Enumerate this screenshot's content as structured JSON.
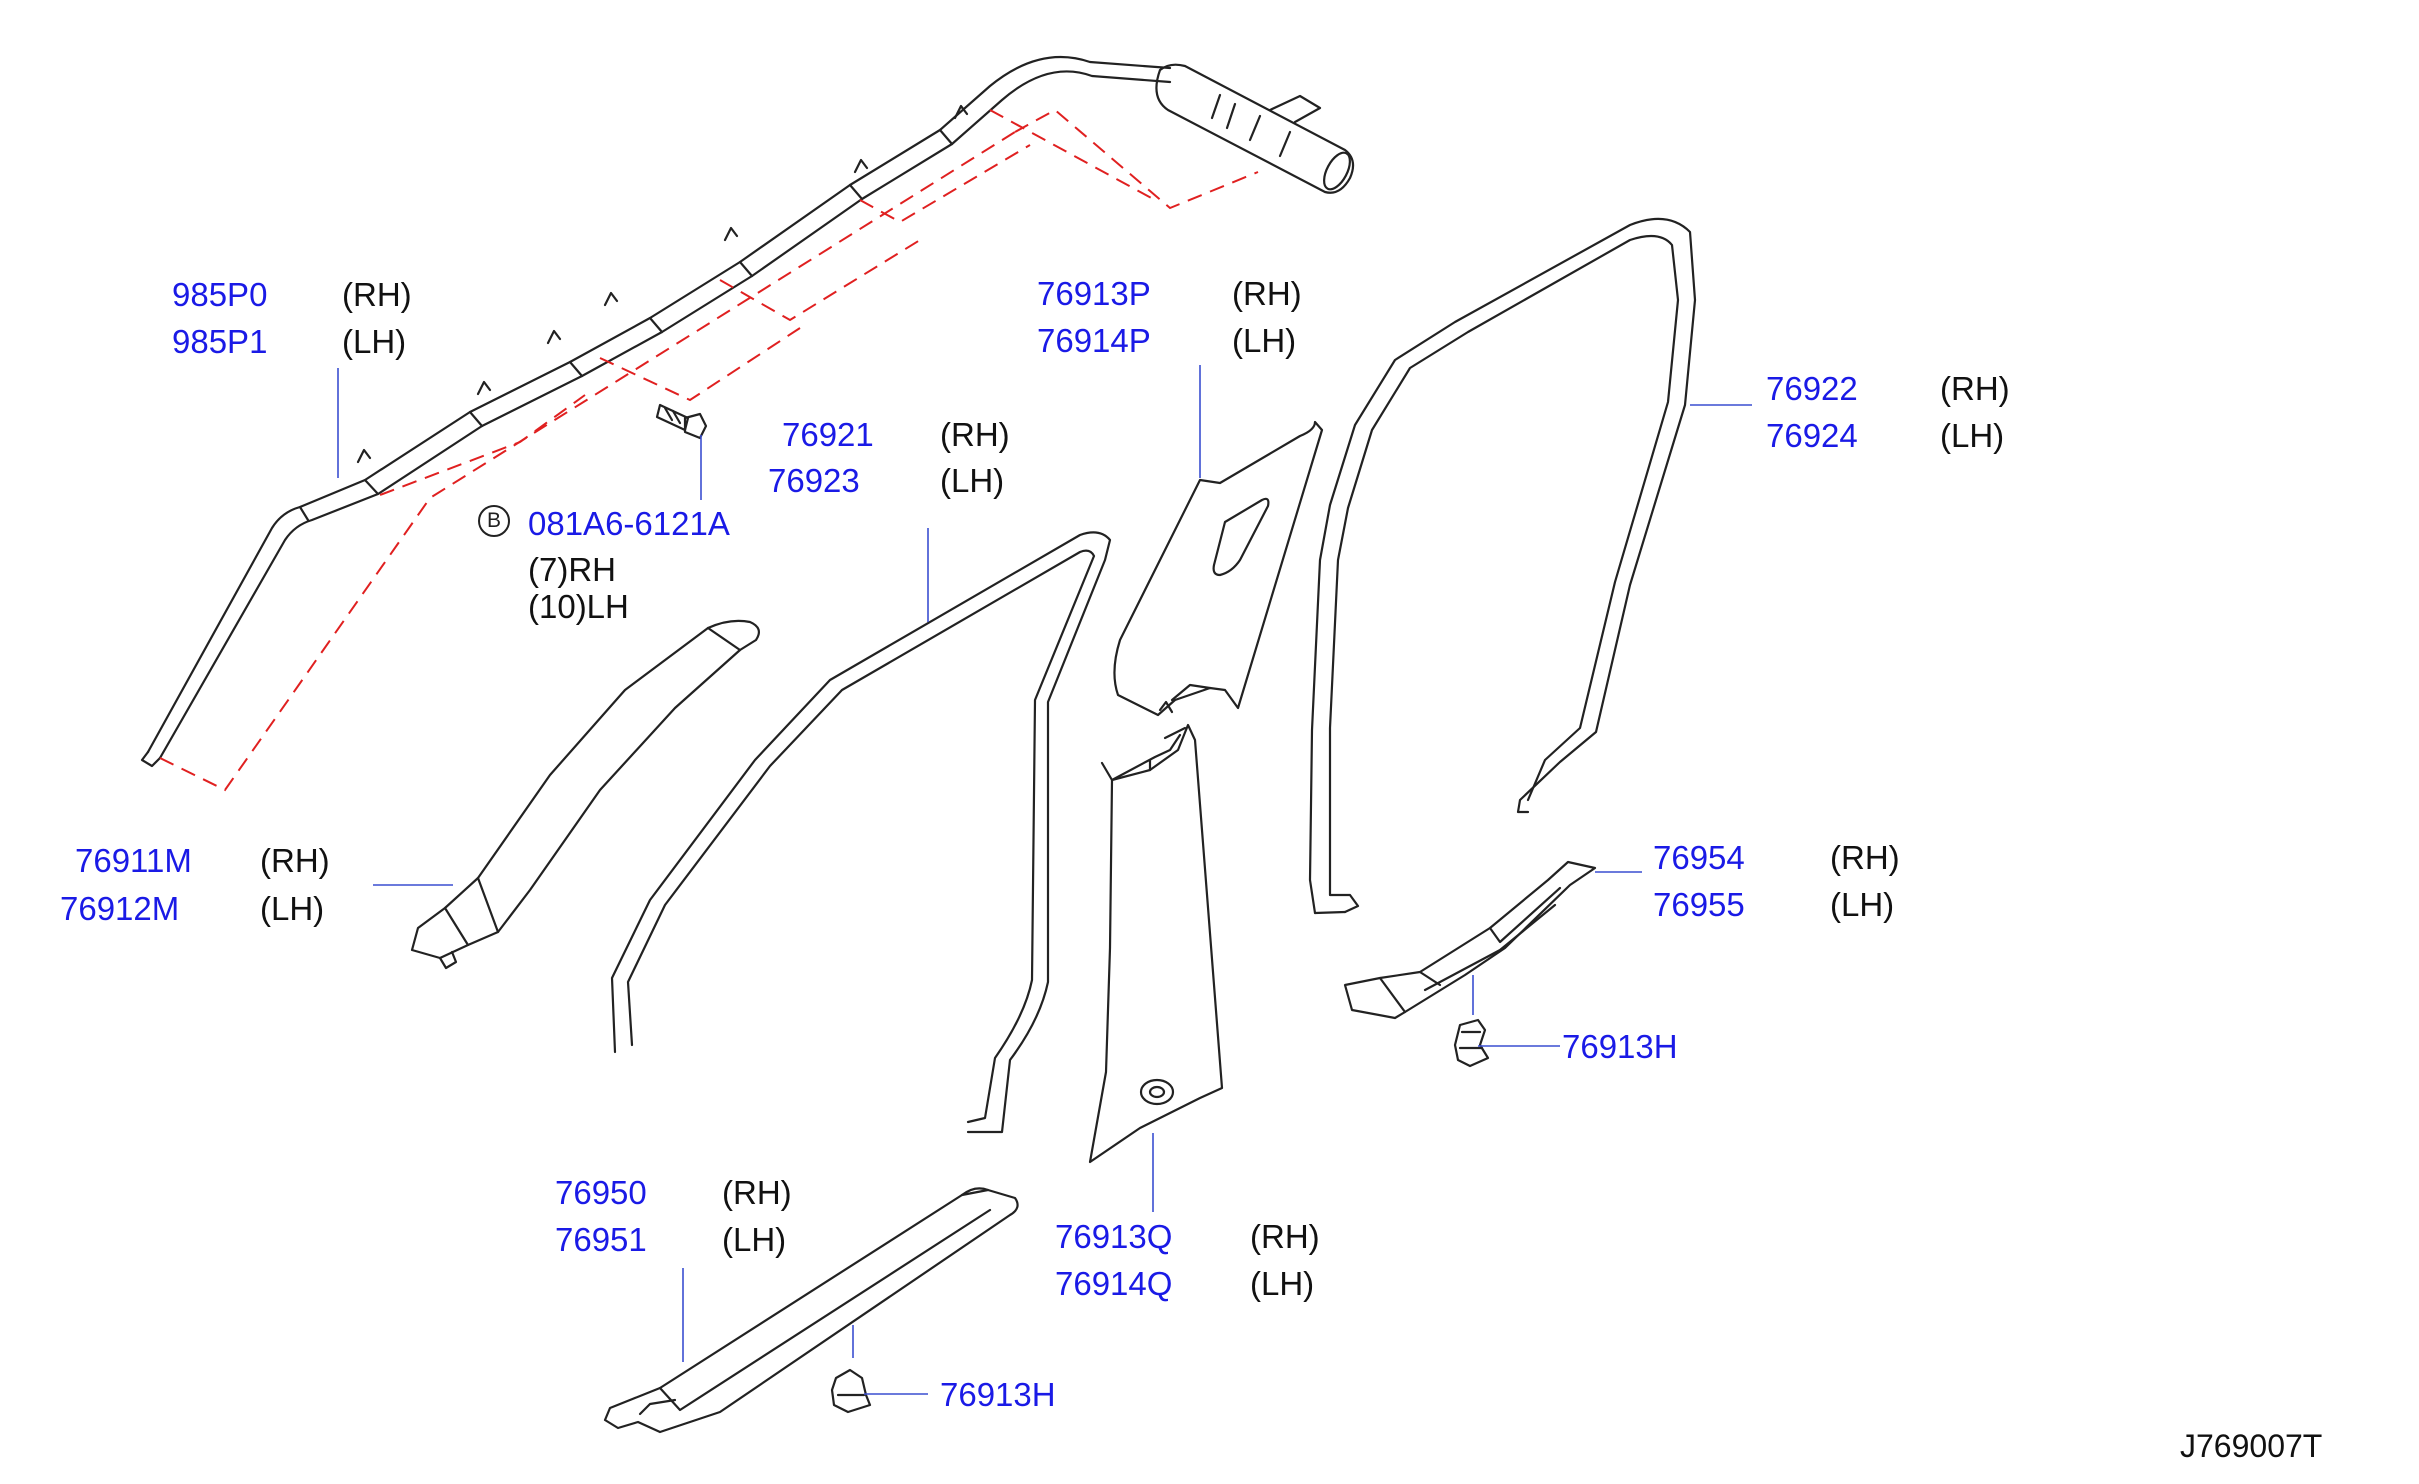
{
  "callouts": {
    "curtain_airbag": {
      "pn_rh": "985P0",
      "side_rh": "(RH)",
      "pn_lh": "985P1",
      "side_lh": "(LH)"
    },
    "bolt": {
      "symbol": "B",
      "pn": "081A6-6121A",
      "qty_rh": "(7)RH",
      "qty_lh": "(10)LH"
    },
    "front_pillar_garnish": {
      "pn_rh": "76911M",
      "side_rh": "(RH)",
      "pn_lh": "76912M",
      "side_lh": "(LH)"
    },
    "front_weatherstrip": {
      "pn_rh": "76921",
      "side_rh": "(RH)",
      "pn_lh": "76923",
      "side_lh": "(LH)"
    },
    "center_pillar_upper": {
      "pn_rh": "76913P",
      "side_rh": "(RH)",
      "pn_lh": "76914P",
      "side_lh": "(LH)"
    },
    "rear_weatherstrip": {
      "pn_rh": "76922",
      "side_rh": "(RH)",
      "pn_lh": "76924",
      "side_lh": "(LH)"
    },
    "rear_kicking_plate": {
      "pn_rh": "76954",
      "side_rh": "(RH)",
      "pn_lh": "76955",
      "side_lh": "(LH)"
    },
    "clip_rear": {
      "pn": "76913H"
    },
    "center_pillar_lower": {
      "pn_rh": "76913Q",
      "side_rh": "(RH)",
      "pn_lh": "76914Q",
      "side_lh": "(LH)"
    },
    "front_kicking_plate": {
      "pn_rh": "76950",
      "side_rh": "(RH)",
      "pn_lh": "76951",
      "side_lh": "(LH)"
    },
    "clip_front": {
      "pn": "76913H"
    }
  },
  "diagram_code": "J769007T",
  "colors": {
    "part_number": "#1a1ae6",
    "leader_line": "#3a4fd0",
    "outline": "#222222",
    "dashed_guide": "#e02020"
  }
}
